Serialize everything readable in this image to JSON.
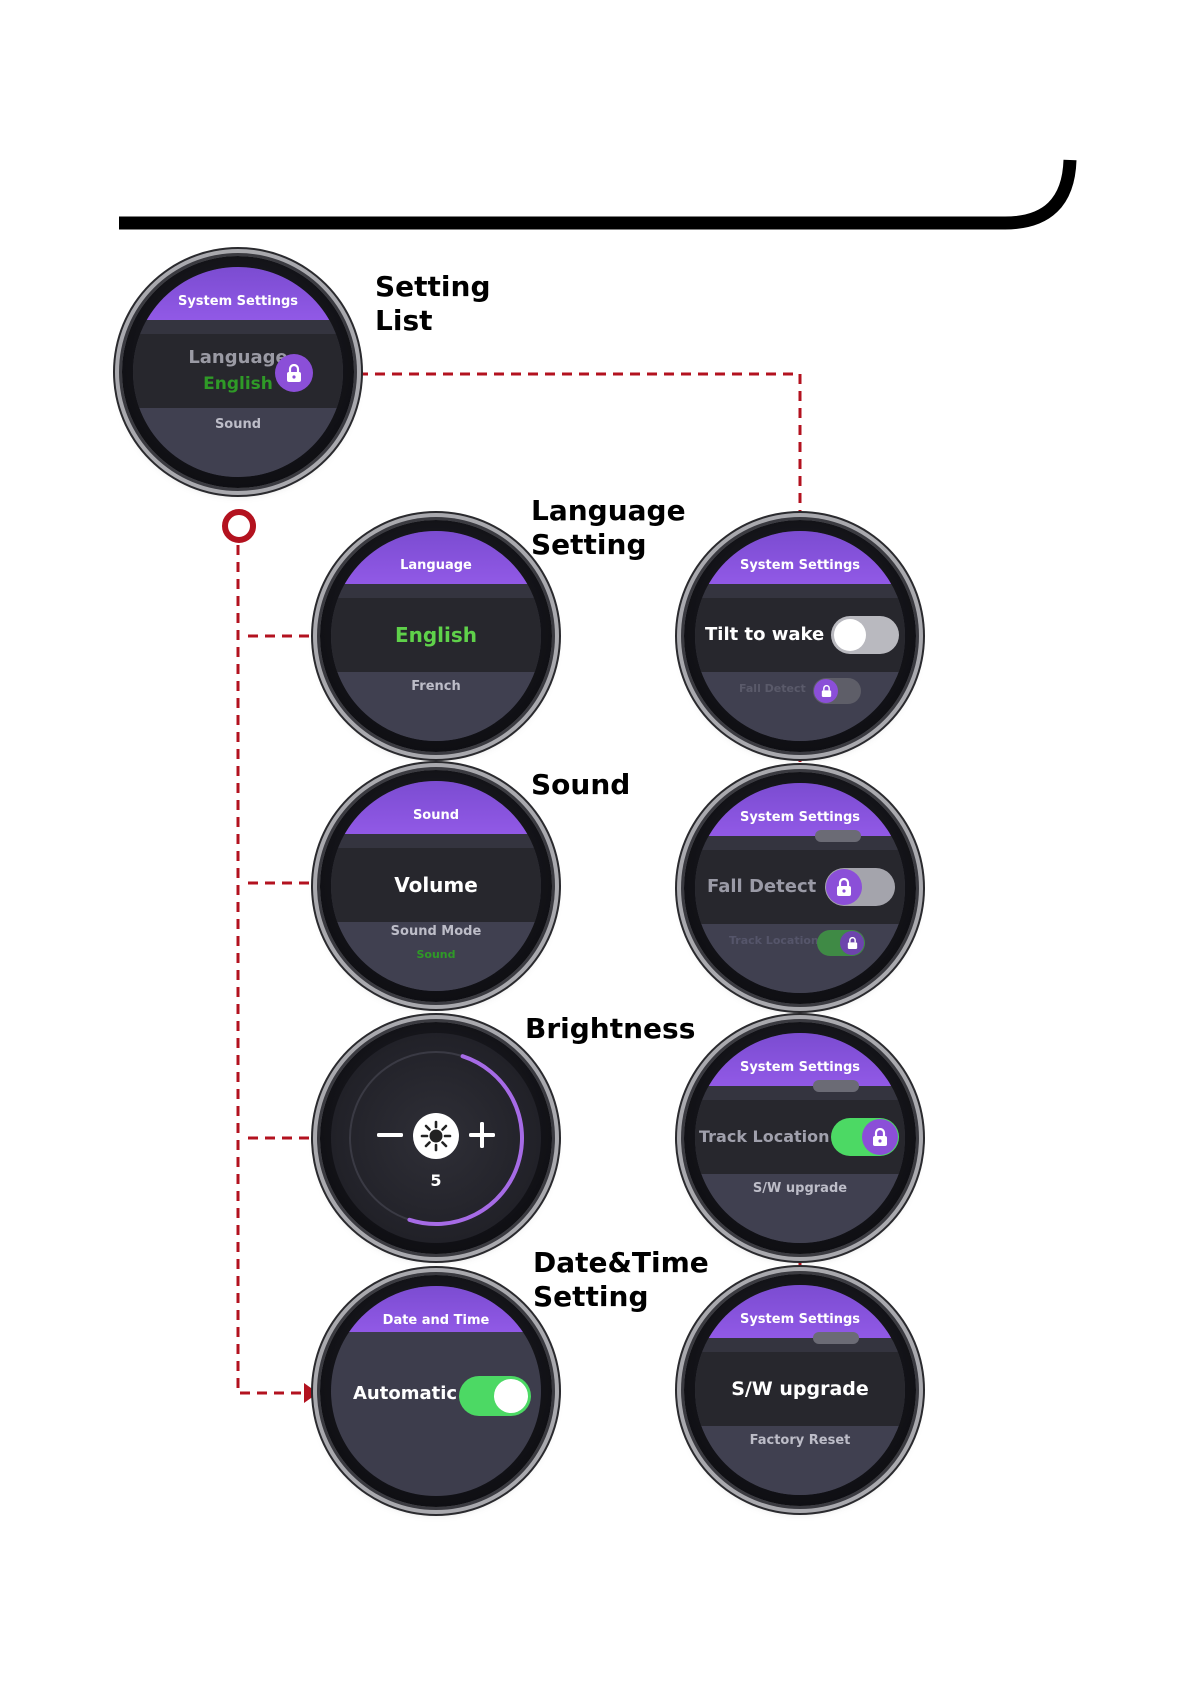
{
  "labels": {
    "setting_list": "Setting\nList",
    "language_setting": "Language\nSetting",
    "sound": "Sound",
    "brightness": "Brightness",
    "date_time_setting": "Date&Time\nSetting"
  },
  "screens": {
    "setting_list": {
      "header": "System Settings",
      "item": "Language",
      "value": "English",
      "next": "Sound"
    },
    "language": {
      "header": "Language",
      "selected": "English",
      "next": "French"
    },
    "sound": {
      "header": "Sound",
      "selected": "Volume",
      "next": "Sound Mode",
      "next_value": "Sound"
    },
    "brightness": {
      "value": "5"
    },
    "date_time": {
      "header": "Date and Time",
      "item": "Automatic"
    },
    "tilt": {
      "header": "System Settings",
      "item": "Tilt to wake",
      "next": "Fall Detect"
    },
    "fall": {
      "header": "System Settings",
      "item": "Fall Detect",
      "next": "Track Location"
    },
    "track": {
      "header": "System Settings",
      "item": "Track Location",
      "next": "S/W upgrade"
    },
    "sw": {
      "header": "System Settings",
      "item": "S/W upgrade",
      "next": "Factory Reset"
    }
  },
  "colors": {
    "header_purple": "#8b55e0",
    "toggle_on_green": "#4cd964",
    "connector_red": "#b3121f",
    "selected_green": "#5fd14a"
  },
  "icons": {
    "lock": "lock-icon",
    "brightness": "sun-icon",
    "minus": "minus-icon",
    "plus": "plus-icon"
  }
}
